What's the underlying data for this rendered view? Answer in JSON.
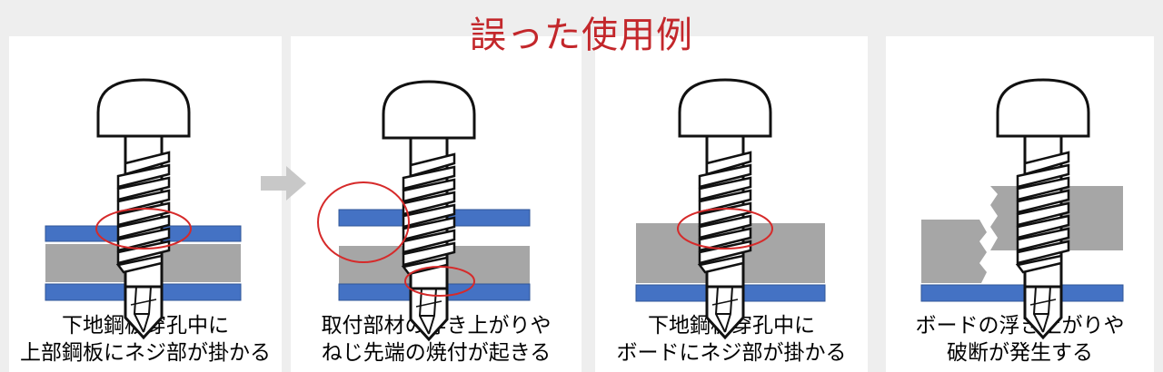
{
  "title": "誤った使用例",
  "panels": [
    {
      "caption_line1": "下地鋼板穿孔中に",
      "caption_line2": "上部鋼板にネジ部が掛かる"
    },
    {
      "caption_line1": "取付部材の浮き上がりや",
      "caption_line2": "ねじ先端の焼付が起きる"
    },
    {
      "caption_line1": "下地鋼板穿孔中に",
      "caption_line2": "ボードにネジ部が掛かる"
    },
    {
      "caption_line1": "ボードの浮き上がりや",
      "caption_line2": "破断が発生する"
    }
  ],
  "colors": {
    "title": "#c3272b",
    "steel": "#4472c4",
    "board": "#a6a6a6",
    "highlight": "#d62a2a",
    "arrow": "#c8c8c8"
  }
}
